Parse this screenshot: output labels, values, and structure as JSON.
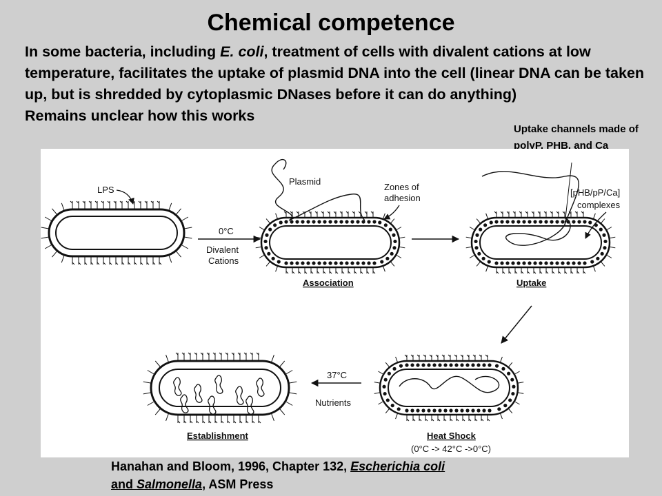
{
  "slide": {
    "title": "Chemical competence",
    "intro": {
      "line1_prefix": "In some bacteria, including ",
      "line1_species": "E. coli",
      "line1_suffix": ", treatment of cells with divalent cations at low temperature, facilitates the uptake of plasmid DNA into the cell (linear DNA can be taken up, but is shredded by cytoplasmic DNases before it can do anything)",
      "line2": "Remains unclear how this works"
    },
    "callout": "Uptake channels made of polyP, PHB, and Ca",
    "citation": {
      "prefix": "Hanahan and Bloom, 1996, Chapter 132, ",
      "book1": "Escherichia coli",
      "and": "and ",
      "book2": "Salmonella",
      "suffix": ", ASM Press"
    }
  },
  "diagram": {
    "labels": {
      "lps": "LPS",
      "plasmid": "Plasmid",
      "zones_line1": "Zones of",
      "zones_line2": "adhesion",
      "complex_line1": "[pHB/pP/Ca]",
      "complex_line2": "complexes",
      "step1_temp": "0°C",
      "step1_line1": "Divalent",
      "step1_line2": "Cations",
      "association": "Association",
      "uptake": "Uptake",
      "step3_temp": "37°C",
      "step3_nutrients": "Nutrients",
      "establishment": "Establishment",
      "heat_shock": "Heat Shock",
      "heat_shock_range": "(0°C -> 42°C ->0°C)"
    }
  }
}
